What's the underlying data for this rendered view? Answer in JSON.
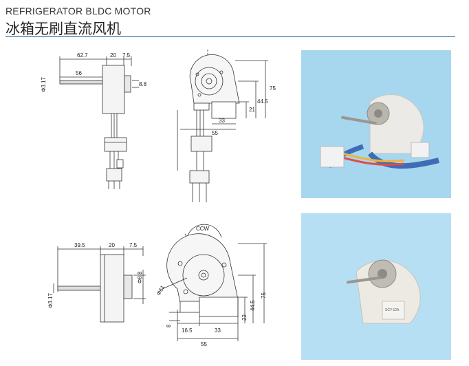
{
  "header": {
    "title_en": "REFRIGERATOR BLDC MOTOR",
    "title_cn": "冰箱无刷直流风机"
  },
  "drawing_top_side": {
    "dim_total": "62.7",
    "dim_body": "20",
    "dim_flange": "7.5",
    "dim_shaft": "56",
    "dim_shaft_dia": "Φ3.17",
    "dim_hub": "8.8"
  },
  "drawing_top_front": {
    "dim_height": "75",
    "dim_center": "44.5",
    "dim_lower": "21",
    "dim_offset": "33",
    "dim_width": "55"
  },
  "drawing_bottom_side": {
    "dim_total": "39.5",
    "dim_body": "20",
    "dim_flange": "7.5",
    "dim_shaft_dia": "Φ3.17",
    "dim_hub": "Φ8.8"
  },
  "drawing_bottom_front": {
    "rotation": "CCW",
    "dim_hole_dia": "Φ61",
    "dim_height": "75",
    "dim_center": "44.5",
    "dim_lower": "22",
    "dim_tab": "8",
    "dim_left": "16.5",
    "dim_offset": "33",
    "dim_width": "55"
  },
  "photos": {
    "photo1_alt": "motor-with-wire-harness",
    "photo2_alt": "motor-front-view",
    "photo_label": "SCY-12A"
  }
}
